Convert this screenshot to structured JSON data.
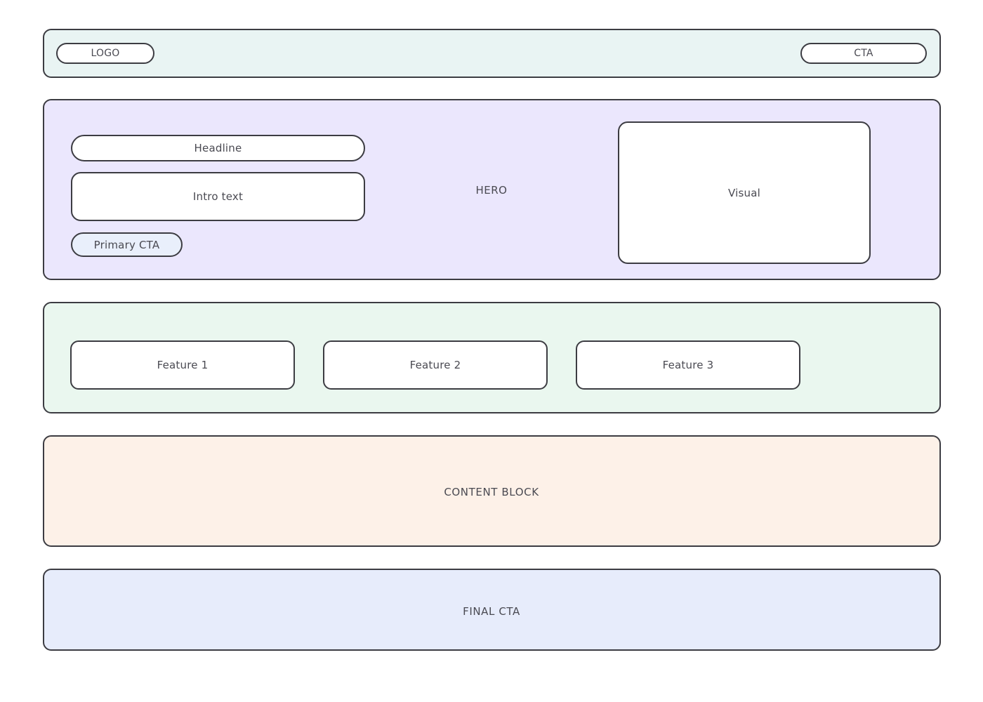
{
  "page": {
    "kind": "landing-page-wireframe",
    "background_color": "#ffffff",
    "outline_color": "#3c3c42",
    "text_color": "#4a4a52"
  },
  "header": {
    "section_name": "header",
    "background_color": "#e9f4f3",
    "logo_label": "LOGO",
    "cta_label": "CTA"
  },
  "hero": {
    "section_name": "hero",
    "section_label": "HERO",
    "background_color": "#ebe7fd",
    "headline_label": "Headline",
    "intro_label": "Intro text",
    "primary_cta_label": "Primary CTA",
    "primary_cta_color": "#e9effb",
    "visual_label": "Visual"
  },
  "features": {
    "section_name": "features",
    "background_color": "#eaf7ef",
    "cards": [
      {
        "label": "Feature 1"
      },
      {
        "label": "Feature 2"
      },
      {
        "label": "Feature 3"
      }
    ]
  },
  "content_block": {
    "section_name": "content-block",
    "background_color": "#fdf1e8",
    "label": "CONTENT BLOCK"
  },
  "final_cta": {
    "section_name": "final-cta",
    "background_color": "#e7ecfb",
    "label": "FINAL CTA"
  }
}
